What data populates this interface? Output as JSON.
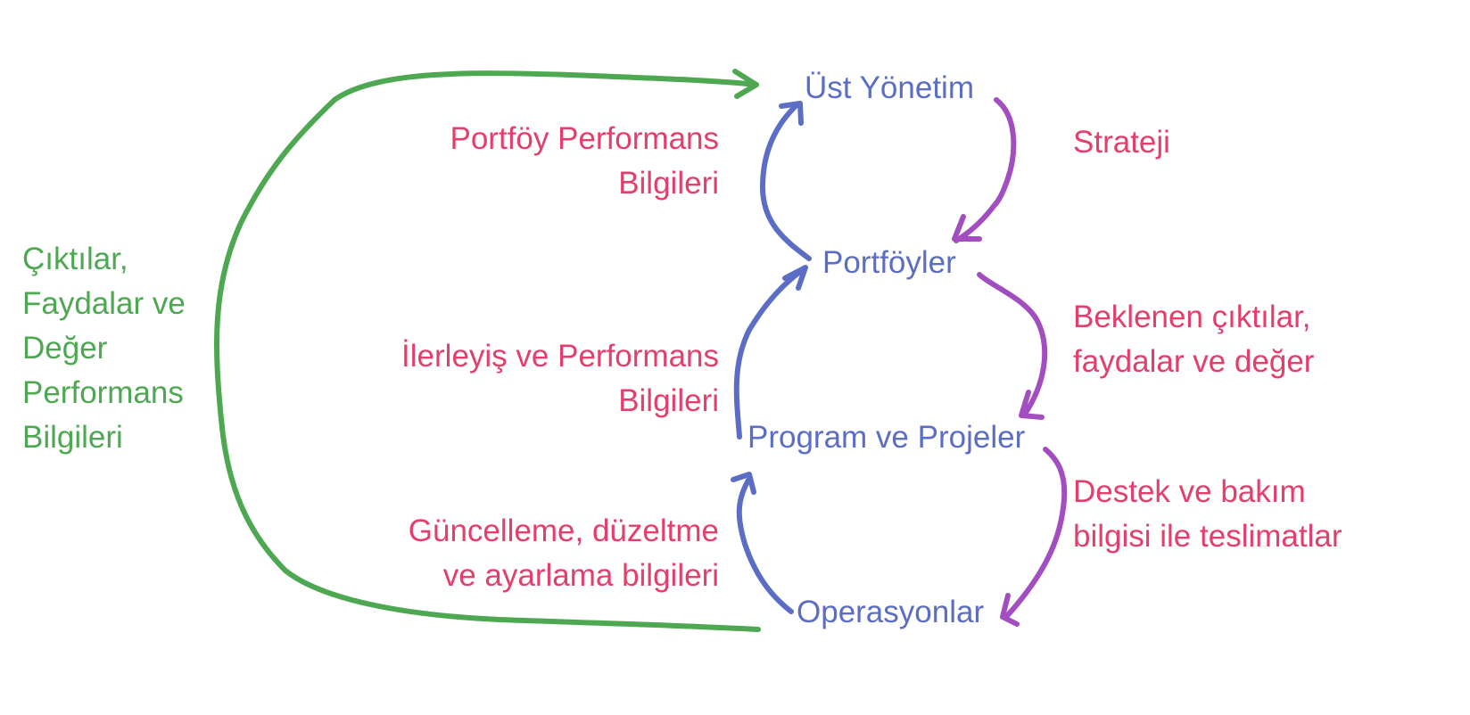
{
  "colors": {
    "node": "#5B6DC4",
    "flow_label": "#E33E6C",
    "feedback": "#4EA852",
    "down_arrow": "#A24DC0",
    "up_arrow": "#5B6DC4"
  },
  "nodes": {
    "ust_yonetim": "Üst Yönetim",
    "portfoyler": "Portföyler",
    "program_projeler": "Program ve Projeler",
    "operasyonlar": "Operasyonlar"
  },
  "upward_labels": {
    "portfoy_performans": [
      "Portföy Performans",
      "Bilgileri"
    ],
    "ilerleyis": [
      "İlerleyiş ve Performans",
      "Bilgileri"
    ],
    "guncelleme": [
      "Güncelleme, düzeltme",
      "ve ayarlama bilgileri"
    ]
  },
  "downward_labels": {
    "strateji": [
      "Strateji"
    ],
    "beklenen": [
      "Beklenen çıktılar,",
      "faydalar ve değer"
    ],
    "destek": [
      "Destek ve bakım",
      "bilgisi ile teslimatlar"
    ]
  },
  "feedback_label": [
    "Çıktılar,",
    "Faydalar ve",
    "Değer",
    "Performans",
    "Bilgileri"
  ],
  "arrows": [
    {
      "from": "ust_yonetim",
      "to": "portfoyler",
      "direction": "down",
      "icon": "curved-arrow-icon"
    },
    {
      "from": "portfoyler",
      "to": "program_projeler",
      "direction": "down",
      "icon": "curved-arrow-icon"
    },
    {
      "from": "program_projeler",
      "to": "operasyonlar",
      "direction": "down",
      "icon": "curved-arrow-icon"
    },
    {
      "from": "portfoyler",
      "to": "ust_yonetim",
      "direction": "up",
      "icon": "curved-arrow-icon"
    },
    {
      "from": "program_projeler",
      "to": "portfoyler",
      "direction": "up",
      "icon": "curved-arrow-icon"
    },
    {
      "from": "operasyonlar",
      "to": "program_projeler",
      "direction": "up",
      "icon": "curved-arrow-icon"
    },
    {
      "from": "operasyonlar",
      "to": "ust_yonetim",
      "direction": "feedback",
      "icon": "feedback-loop-arrow-icon"
    }
  ]
}
